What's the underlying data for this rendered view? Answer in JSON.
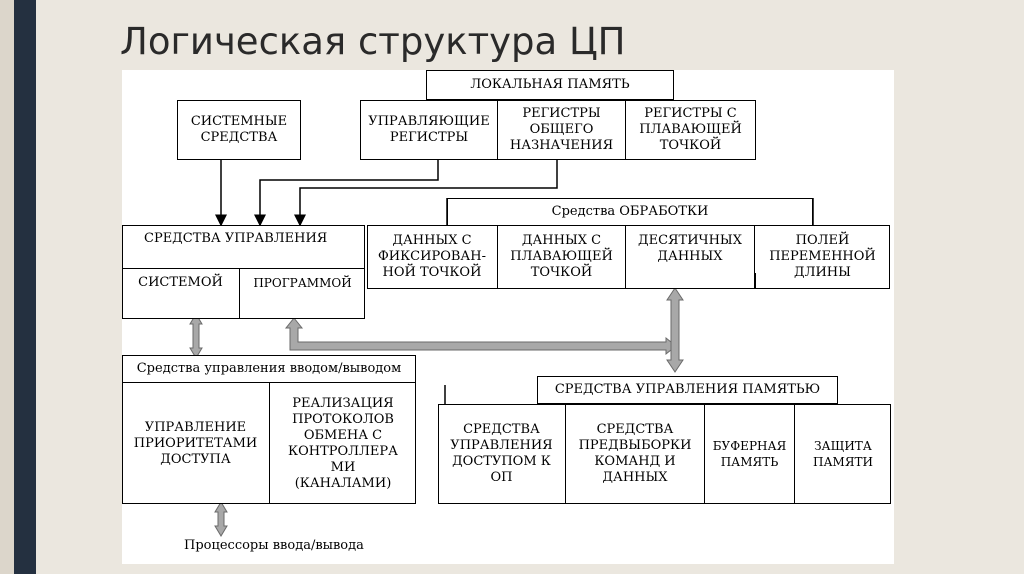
{
  "slide": {
    "title": "Логическая структура ЦП"
  },
  "diagram": {
    "local_memory": "ЛОКАЛЬНАЯ ПАМЯТЬ",
    "system_means": [
      "СИСТЕМНЫЕ",
      "СРЕДСТВА"
    ],
    "control_registers": [
      "УПРАВЛЯЮЩИЕ",
      "РЕГИСТРЫ"
    ],
    "general_registers": [
      "РЕГИСТРЫ",
      "ОБЩЕГО",
      "НАЗНАЧЕНИЯ"
    ],
    "float_registers": [
      "РЕГИСТРЫ С",
      "ПЛАВАЮЩЕЙ",
      "ТОЧКОЙ"
    ],
    "processing": {
      "title": "Средства ОБРАБОТКИ",
      "fixed": [
        "ДАННЫХ С",
        "ФИКСИРОВАН-",
        "НОЙ ТОЧКОЙ"
      ],
      "float": [
        "ДАННЫХ С",
        "ПЛАВАЮЩЕЙ",
        "ТОЧКОЙ"
      ],
      "decimal": [
        "ДЕСЯТИЧНЫХ",
        "ДАННЫХ"
      ],
      "variable": [
        "ПОЛЕЙ",
        "ПЕРЕМЕННОЙ",
        "ДЛИНЫ"
      ]
    },
    "control": {
      "title": "СРЕДСТВА УПРАВЛЕНИЯ",
      "system": "СИСТЕМОЙ",
      "program": "ПРОГРАММОЙ"
    },
    "io_control": {
      "title": "Средства управления вводом/выводом",
      "priority": [
        "УПРАВЛЕНИЕ",
        "ПРИОРИТЕТАМИ",
        "ДОСТУПА"
      ],
      "protocols": [
        "РЕАЛИЗАЦИЯ",
        "ПРОТОКОЛОВ",
        "ОБМЕНА С",
        "КОНТРОЛЛЕРА",
        "МИ",
        "(КАНАЛАМИ)"
      ]
    },
    "memory_control": {
      "title": "СРЕДСТВА УПРАВЛЕНИЯ ПАМЯТЬЮ",
      "access": [
        "СРЕДСТВА",
        "УПРАВЛЕНИЯ",
        "ДОСТУПОМ К",
        "ОП"
      ],
      "prefetch": [
        "СРЕДСТВА",
        "ПРЕДВЫБОРКИ",
        "КОМАНД И",
        "ДАННЫХ"
      ],
      "buffer": [
        "БУФЕРНАЯ",
        "ПАМЯТЬ"
      ],
      "protection": [
        "ЗАЩИТА",
        "ПАМЯТИ"
      ]
    },
    "io_processors": "Процессоры ввода/вывода"
  },
  "colors": {
    "background": "#ebe7df",
    "accent": "#243040",
    "arrow_gray": "#a8a8a8"
  }
}
